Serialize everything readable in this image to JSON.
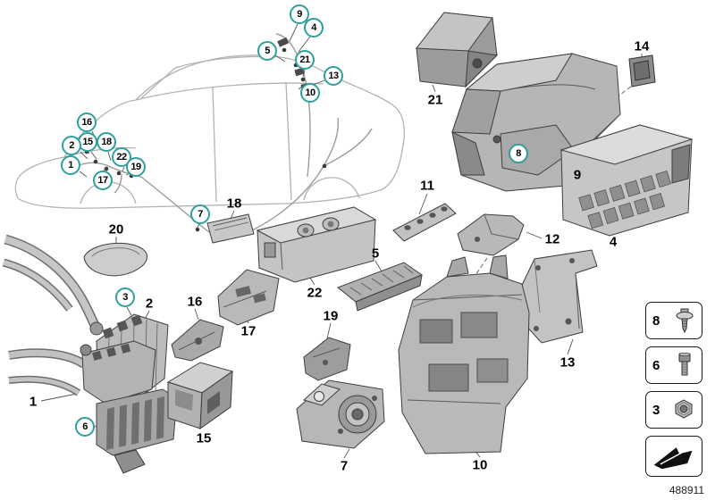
{
  "footer": {
    "doc_number": "488911"
  },
  "palette": {
    "callout_ring": "#2fa09c",
    "background": "#ffffff",
    "part_fill": "#bdbdbd",
    "outline": "#3d3d3d"
  },
  "callouts": [
    {
      "n": "9"
    },
    {
      "n": "4"
    },
    {
      "n": "5"
    },
    {
      "n": "21"
    },
    {
      "n": "13"
    },
    {
      "n": "10"
    },
    {
      "n": "16"
    },
    {
      "n": "15"
    },
    {
      "n": "18"
    },
    {
      "n": "2"
    },
    {
      "n": "22"
    },
    {
      "n": "1"
    },
    {
      "n": "19"
    },
    {
      "n": "17"
    },
    {
      "n": "7"
    },
    {
      "n": "3"
    },
    {
      "n": "6"
    },
    {
      "n": "8"
    }
  ],
  "labels": [
    {
      "n": "21"
    },
    {
      "n": "14"
    },
    {
      "n": "9"
    },
    {
      "n": "11"
    },
    {
      "n": "12"
    },
    {
      "n": "4"
    },
    {
      "n": "18"
    },
    {
      "n": "20"
    },
    {
      "n": "5"
    },
    {
      "n": "22"
    },
    {
      "n": "2"
    },
    {
      "n": "16"
    },
    {
      "n": "17"
    },
    {
      "n": "19"
    },
    {
      "n": "13"
    },
    {
      "n": "1"
    },
    {
      "n": "15"
    },
    {
      "n": "7"
    },
    {
      "n": "10"
    }
  ],
  "legend": [
    {
      "n": "8",
      "icon": "screw-icon"
    },
    {
      "n": "6",
      "icon": "bolt-icon"
    },
    {
      "n": "3",
      "icon": "nut-icon"
    }
  ]
}
